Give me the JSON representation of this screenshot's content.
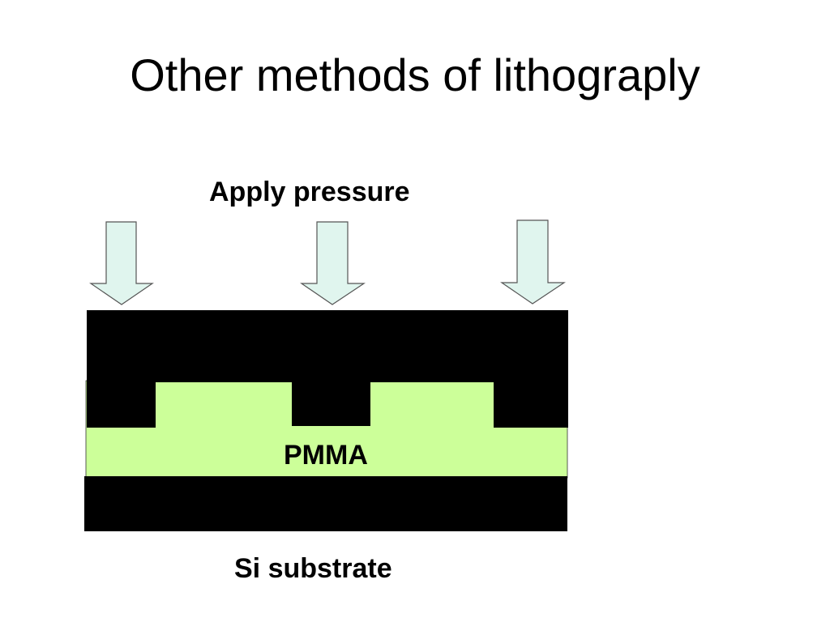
{
  "slide": {
    "title": "Other methods of lithograply"
  },
  "diagram": {
    "pressure_label": "Apply pressure",
    "pmma_label": "PMMA",
    "substrate_label": "Si substrate",
    "colors": {
      "mold": "#000000",
      "pmma": "#ccff99",
      "substrate": "#000000",
      "arrow_fill": "#e0f5ee",
      "arrow_stroke": "#555555"
    }
  }
}
